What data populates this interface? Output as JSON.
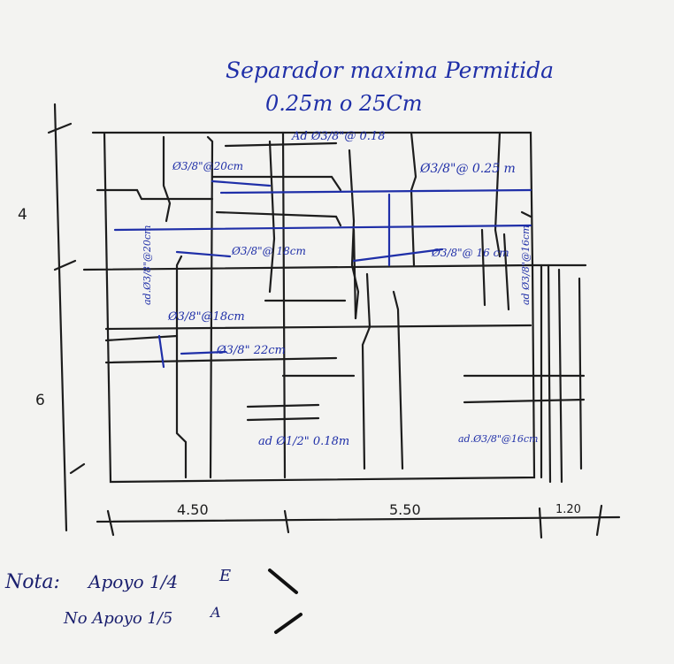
{
  "header": {
    "line1": "Separador maxima Permitida",
    "line2": "0.25m  o  25Cm"
  },
  "dimensions": {
    "left_top": "4",
    "left_bottom": "6",
    "bottom_1": "4.50",
    "bottom_2": "5.50",
    "bottom_3": "1.20"
  },
  "rebar_labels": {
    "top_center": "Ad Ø3/8\"@ 0.18",
    "top_left": "Ø3/8\"@20cm",
    "top_right": "Ø3/8\"@ 0.25 m",
    "middle_left": "Ø3/8\"@ 18cm",
    "middle_right": "Ø3/8\"@ 16 cm",
    "vertical_left": "ad.Ø3/8\"@20cm",
    "vertical_right": "ad Ø3/8\"@16cm",
    "lower_left_1": "Ø3/8\"@18cm",
    "lower_left_2": "Ø3/8\" 22cm",
    "bottom_center": "ad Ø1/2\" 0.18m",
    "bottom_right": "ad.Ø3/8\"@16cm"
  },
  "note": {
    "label": "Nota:",
    "line1": "Apoyo 1/4",
    "line1_mark": "E",
    "line2": "No Apoyo 1/5",
    "line2_mark": "A"
  },
  "colors": {
    "paper": "#f3f3f1",
    "pencil": "#1d1d1d",
    "blue_ink": "#1f2fa8"
  }
}
